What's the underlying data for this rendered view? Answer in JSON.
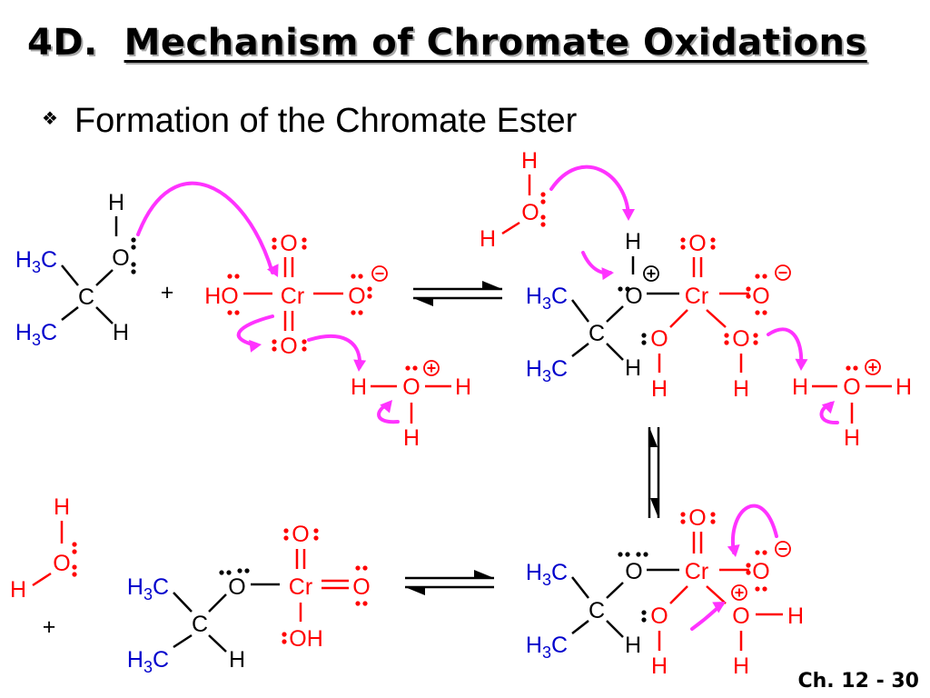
{
  "slide": {
    "title_number": "4D.",
    "title_text": "Mechanism of Chromate Oxidations",
    "bullet_icon": "diamond-bullet-icon",
    "bullet_text": "Formation of the Chromate Ester",
    "footer": "Ch. 12 - 30"
  },
  "labels": {
    "h": "H",
    "o": "O",
    "c": "C",
    "cr": "Cr",
    "oh": "OH",
    "plus": "+",
    "h3c_h": "H",
    "h3c_sub": "3",
    "h3c_c": "C"
  },
  "colors": {
    "carbon_groups": "#0000cc",
    "chromate_and_water": "#ff0000",
    "arrows": "#ff33ff",
    "text": "#000000"
  }
}
